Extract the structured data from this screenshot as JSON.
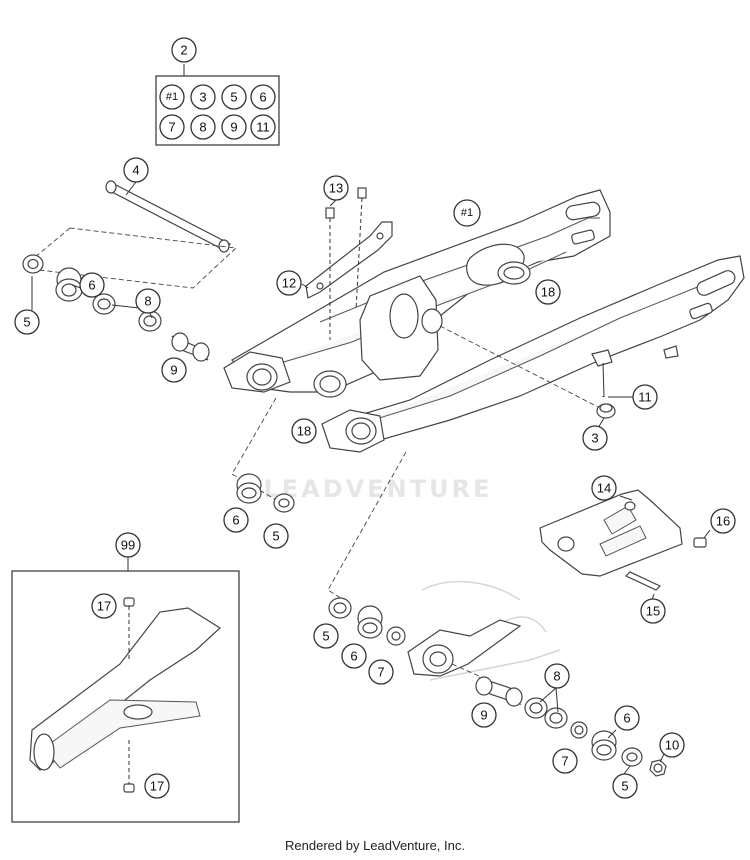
{
  "watermark": "LEADVENTURE",
  "footer": "Rendered by LeadVenture, Inc.",
  "callouts": {
    "c2": "2",
    "kit1": "#1",
    "kit3": "3",
    "kit5": "5",
    "kit6": "6",
    "kit7": "7",
    "kit8": "8",
    "kit9": "9",
    "kit11": "11",
    "c4": "4",
    "c13": "13",
    "c1": "#1",
    "c12": "12",
    "c18a": "18",
    "c6a": "6",
    "c8a": "8",
    "c5a": "5",
    "c9a": "9",
    "c11": "11",
    "c3": "3",
    "c18b": "18",
    "c14": "14",
    "c16": "16",
    "c15": "15",
    "c6b": "6",
    "c5b": "5",
    "c99": "99",
    "c17a": "17",
    "c17b": "17",
    "c5c": "5",
    "c6c": "6",
    "c7a": "7",
    "c8b": "8",
    "c9b": "9",
    "c6d": "6",
    "c7b": "7",
    "c10": "10",
    "c5d": "5"
  }
}
